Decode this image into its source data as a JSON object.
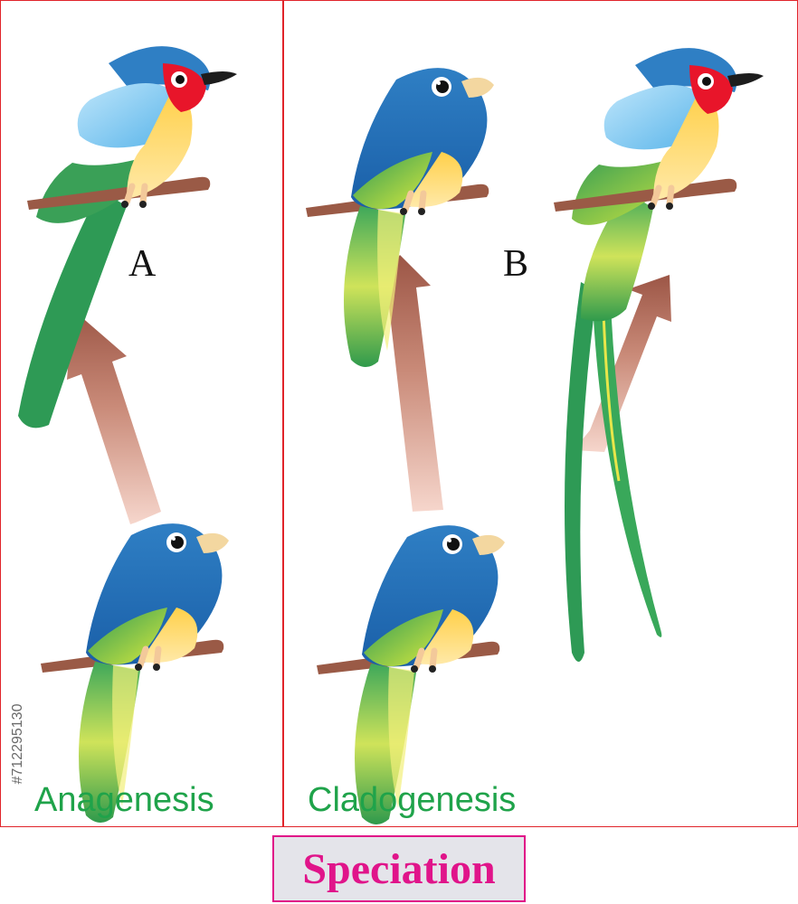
{
  "panel_a": {
    "letter": "A",
    "caption": "Anagenesis"
  },
  "panel_b": {
    "letter": "B",
    "caption": "Cladogenesis"
  },
  "title": "Speciation",
  "stock_id": "#712295130",
  "colors": {
    "frame_border": "#e0242a",
    "caption_green": "#1fa34a",
    "title_magenta": "#e0148a",
    "title_box_fill": "#e4e4ea",
    "arrow_brown": "#a0594a",
    "branch_brown": "#9a5a46"
  }
}
